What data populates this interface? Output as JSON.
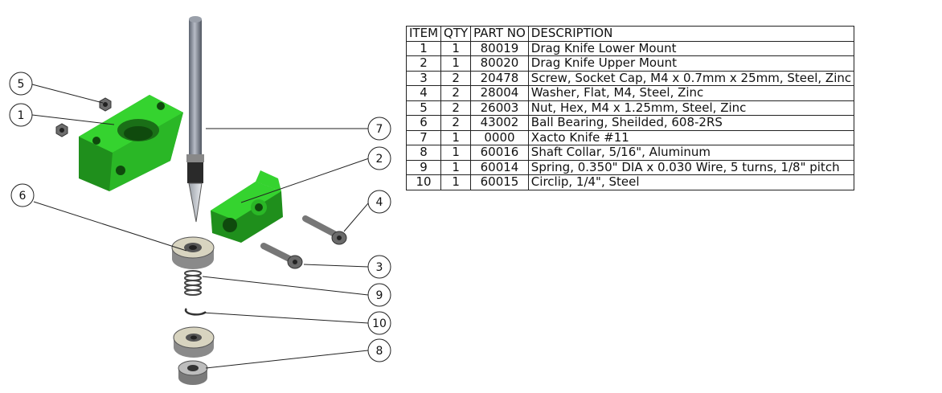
{
  "bom": {
    "headers": [
      "ITEM",
      "QTY",
      "PART NO",
      "DESCRIPTION"
    ],
    "rows": [
      {
        "item": "1",
        "qty": "1",
        "part_no": "80019",
        "description": "Drag Knife Lower Mount"
      },
      {
        "item": "2",
        "qty": "1",
        "part_no": "80020",
        "description": "Drag Knife Upper Mount"
      },
      {
        "item": "3",
        "qty": "2",
        "part_no": "20478",
        "description": "Screw, Socket Cap, M4 x 0.7mm x 25mm, Steel, Zinc"
      },
      {
        "item": "4",
        "qty": "2",
        "part_no": "28004",
        "description": "Washer, Flat, M4, Steel, Zinc"
      },
      {
        "item": "5",
        "qty": "2",
        "part_no": "26003",
        "description": "Nut, Hex, M4 x 1.25mm, Steel, Zinc"
      },
      {
        "item": "6",
        "qty": "2",
        "part_no": "43002",
        "description": "Ball Bearing, Sheilded, 608-2RS"
      },
      {
        "item": "7",
        "qty": "1",
        "part_no": "0000",
        "description": "Xacto Knife #11"
      },
      {
        "item": "8",
        "qty": "1",
        "part_no": "60016",
        "description": "Shaft Collar, 5/16\", Aluminum"
      },
      {
        "item": "9",
        "qty": "1",
        "part_no": "60014",
        "description": "Spring, 0.350\" DIA x 0.030 Wire, 5 turns, 1/8\" pitch"
      },
      {
        "item": "10",
        "qty": "1",
        "part_no": "60015",
        "description": "Circlip, 1/4\", Steel"
      }
    ]
  },
  "balloons": {
    "b1": "1",
    "b2": "2",
    "b3": "3",
    "b4": "4",
    "b5": "5",
    "b6": "6",
    "b7": "7",
    "b8": "8",
    "b9": "9",
    "b10": "10"
  },
  "colors": {
    "part_green": "#35d32f",
    "part_green_dark": "#1f8f1c",
    "metal": "#8a8a8a",
    "bearing_face": "#d8d4c0",
    "line": "#222222"
  }
}
